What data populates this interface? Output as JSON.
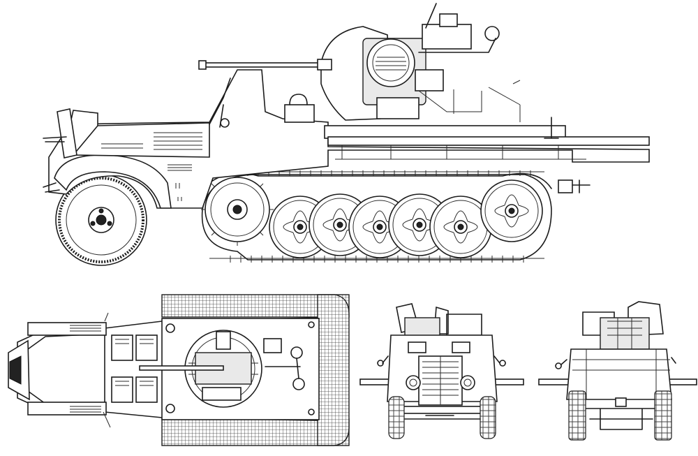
{
  "views": [
    {
      "id": "side",
      "name": "side-elevation"
    },
    {
      "id": "top",
      "name": "top-plan"
    },
    {
      "id": "front",
      "name": "front-elevation"
    },
    {
      "id": "rear",
      "name": "rear-elevation"
    }
  ],
  "colors": {
    "line": "#1c1c1c",
    "paper": "#ffffff",
    "shade": "#e9e9e9"
  },
  "road_wheels_side": 7
}
